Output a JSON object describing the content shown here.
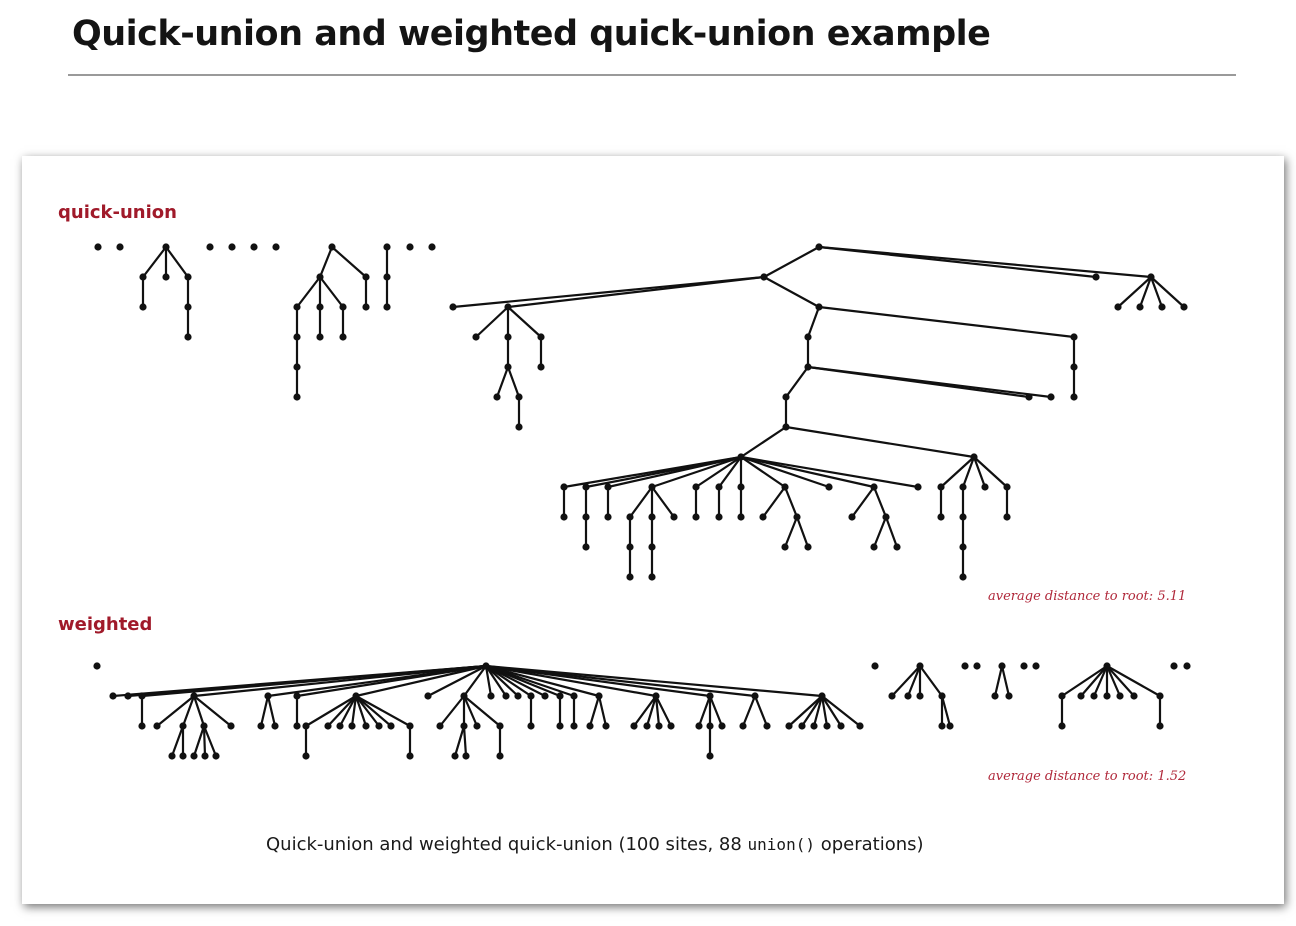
{
  "slide": {
    "title": "Quick-union and weighted quick-union example"
  },
  "figure": {
    "quick_union_label": "quick-union",
    "weighted_label": "weighted",
    "quick_union_avg_prefix": "average distance to root:",
    "quick_union_avg_value": "5.11",
    "weighted_avg_prefix": "average distance to root:",
    "weighted_avg_value": "1.52",
    "caption_before": "Quick-union and weighted quick-union (100 sites, 88 ",
    "caption_code": "union()",
    "caption_after": " operations)"
  },
  "colors": {
    "label_red": "#a01a2a",
    "node_black": "#111111",
    "rule_gray": "#9a9a9a"
  }
}
